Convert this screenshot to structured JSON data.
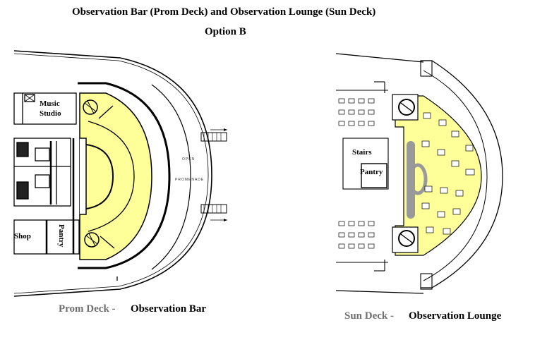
{
  "title": "Observation Bar (Prom Deck) and Observation Lounge (Sun Deck)",
  "subtitle": "Option B",
  "left_plan": {
    "deck": "Prom Deck -",
    "space": "Observation Bar",
    "rooms": {
      "music_studio_1": "Music",
      "music_studio_2": "Studio",
      "shop": "Shop",
      "pantry": "Pantry"
    },
    "promenade_1": "OPEN",
    "promenade_2": "PROMENADE"
  },
  "right_plan": {
    "deck": "Sun Deck -",
    "space": "Observation Lounge",
    "rooms": {
      "stairs": "Stairs",
      "pantry": "Pantry"
    }
  },
  "colors": {
    "highlight": "#ffff99",
    "caption_gray": "#707070"
  }
}
